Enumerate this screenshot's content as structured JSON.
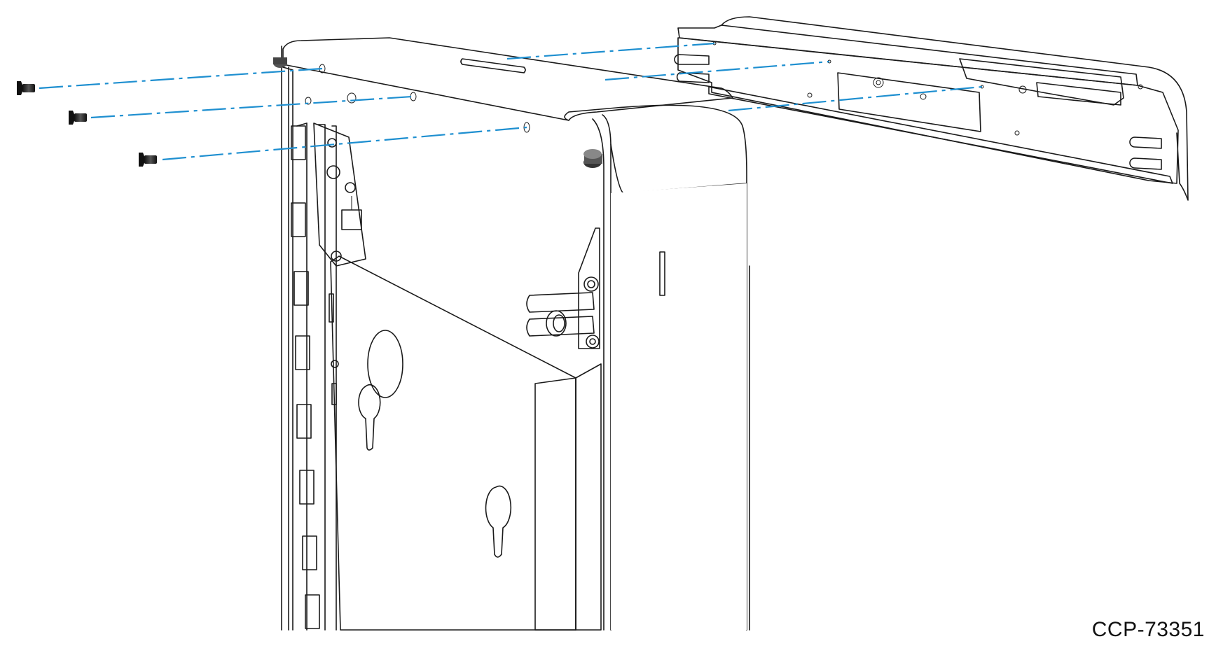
{
  "figure": {
    "id_label": "CCP-73351",
    "line_color": "#1a1a1a",
    "guide_color": "#1e8fd0",
    "panel_fill": "#d0d0d0",
    "bracket_fill": "#d9d9d9"
  },
  "parts": {
    "screws": [
      {
        "name": "screw-1"
      },
      {
        "name": "screw-2"
      },
      {
        "name": "screw-3"
      }
    ],
    "alignment_guides": 6
  }
}
